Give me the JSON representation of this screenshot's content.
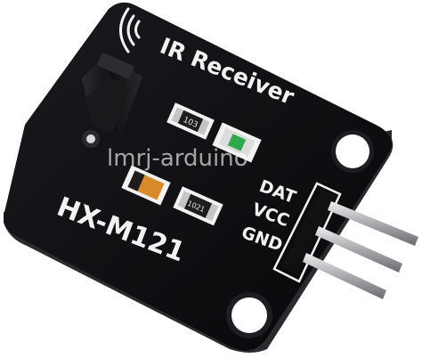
{
  "board": {
    "title": "IR Receiver",
    "model": "HX-M121",
    "pins": [
      "DAT",
      "VCC",
      "GND"
    ],
    "parts": {
      "r1": "103",
      "r2": "1021"
    },
    "colors": {
      "pcb": "#111114",
      "silkscreen": "#f2f2f2",
      "pin_gold": "#c9c9cc",
      "resistor_body": "#1d1d1d",
      "led_green": "#2ea84a"
    }
  },
  "watermark": "lmrj-arduino"
}
